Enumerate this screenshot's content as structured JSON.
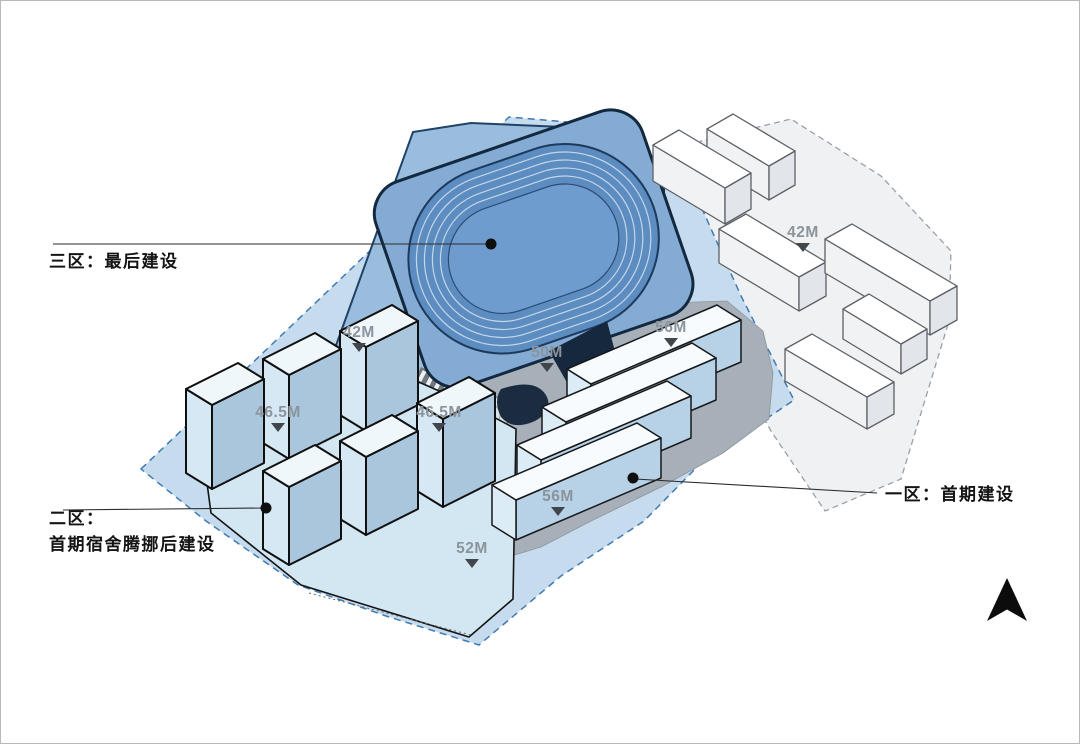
{
  "page": {
    "background": "#ffffff",
    "border_color": "#b5b8bc"
  },
  "annotations": {
    "zone3_label": "三区：最后建设",
    "zone2_label_line1": "二区：",
    "zone2_label_line2": "首期宿舍腾挪后建设",
    "zone1_label": "一区：首期建设"
  },
  "height_labels": [
    {
      "text": "42M"
    },
    {
      "text": "46.5M"
    },
    {
      "text": "46.5M"
    },
    {
      "text": "50M"
    },
    {
      "text": "56M"
    },
    {
      "text": "56M"
    },
    {
      "text": "52M"
    },
    {
      "text": "42M"
    }
  ],
  "icons": {
    "north_arrow": "north-arrow-icon"
  },
  "colors": {
    "site_fill": "#c6dcee",
    "site_boundary": "#3f7ab3",
    "zone3_fill": "#9abddd",
    "track_fill": "#5d8cc0",
    "plaza_fill": "#a7b0b9",
    "tower_fill": "#d6e8f4",
    "existing_fill": "#ffffff",
    "label_gray": "#8b939b"
  }
}
